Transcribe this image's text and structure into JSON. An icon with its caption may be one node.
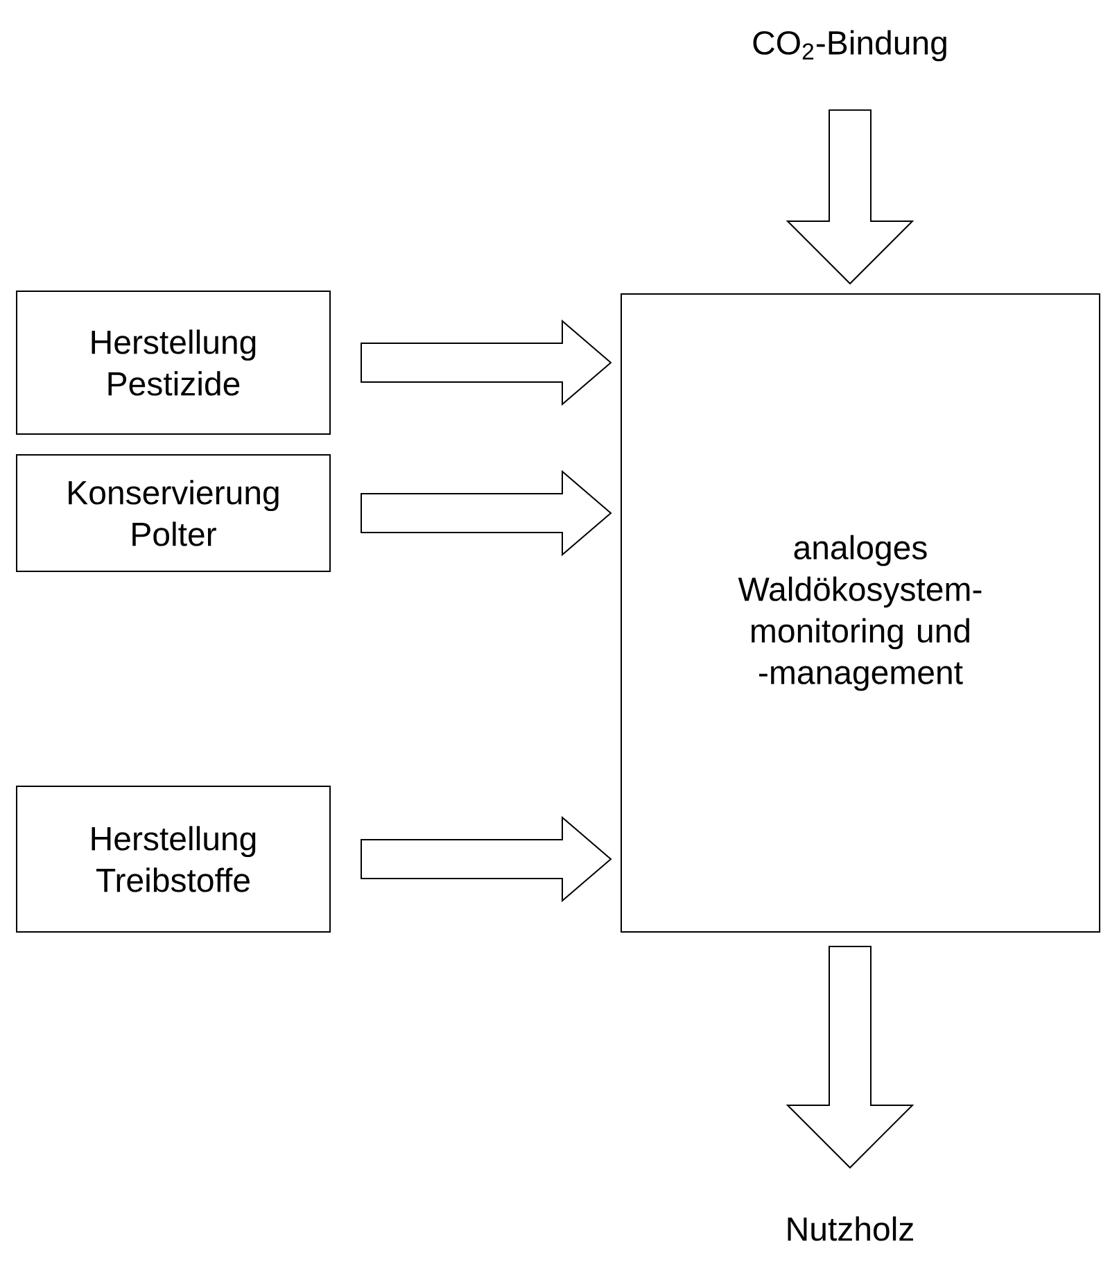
{
  "diagram": {
    "nodes": [
      {
        "text": [
          "Herstellung Pestizide"
        ]
      },
      {
        "text": [
          "Konservierung Polter"
        ]
      },
      {
        "text": [
          "Herstellung Treibstoffe"
        ]
      },
      {
        "text": [
          "analoges Waldökosystem-monitoring und -management"
        ]
      },
      {
        "text": [
          "CO$_{2}$-Bindung"
        ]
      },
      {
        "text": [
          "Nutzholz"
        ]
      }
    ],
    "edges": [
      {
        "from": 0,
        "to": 3,
        "arrow": "to"
      },
      {
        "from": 1,
        "to": 3,
        "arrow": "to"
      },
      {
        "from": 2,
        "to": 3,
        "arrow": "to"
      },
      {
        "from": 4,
        "to": 3,
        "arrow": "to"
      },
      {
        "from": 3,
        "to": 5,
        "arrow": "to"
      }
    ]
  }
}
